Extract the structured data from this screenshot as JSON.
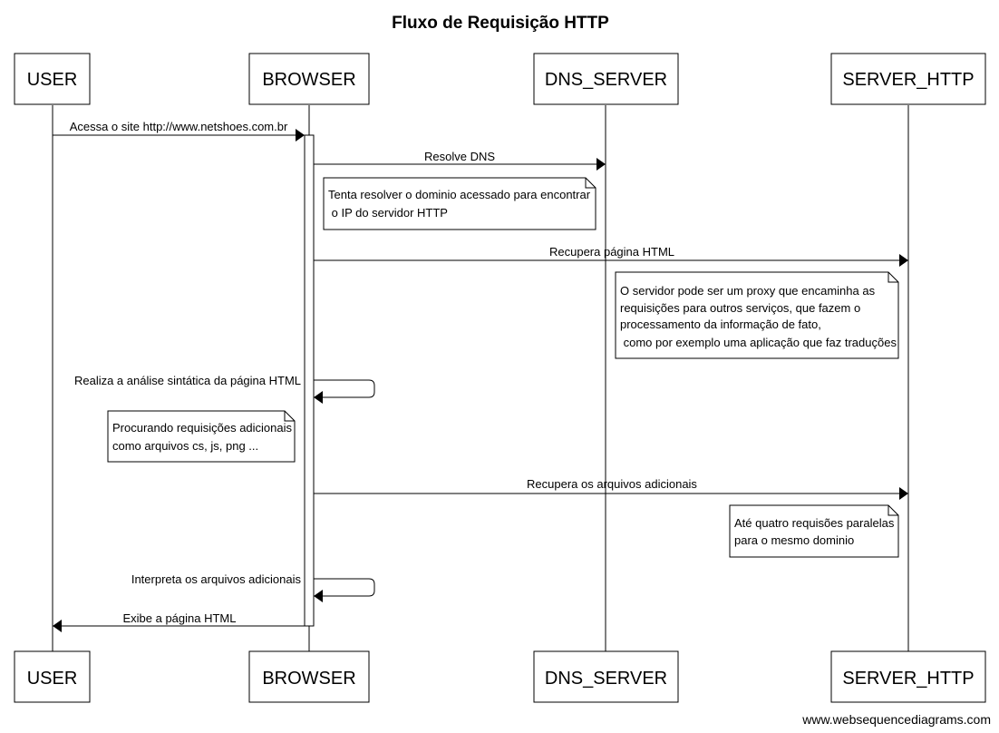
{
  "title": "Fluxo de Requisição HTTP",
  "footer": "www.websequencediagrams.com",
  "participants": [
    "USER",
    "BROWSER",
    "DNS_SERVER",
    "SERVER_HTTP"
  ],
  "messages": [
    {
      "from": "USER",
      "to": "BROWSER",
      "label": "Acessa o site http://www.netshoes.com.br"
    },
    {
      "from": "BROWSER",
      "to": "DNS_SERVER",
      "label": "Resolve DNS"
    },
    {
      "from": "BROWSER",
      "to": "SERVER_HTTP",
      "label": "Recupera página HTML"
    },
    {
      "from": "BROWSER",
      "to": "BROWSER",
      "label": "Realiza a análise sintática da página HTML"
    },
    {
      "from": "BROWSER",
      "to": "SERVER_HTTP",
      "label": "Recupera os arquivos adicionais"
    },
    {
      "from": "BROWSER",
      "to": "BROWSER",
      "label": "Interpreta os arquivos adicionais"
    },
    {
      "from": "BROWSER",
      "to": "USER",
      "label": "Exibe a página HTML"
    }
  ],
  "notes": [
    {
      "lines": [
        "Tenta resolver o dominio acessado para encontrar",
        " o IP do servidor HTTP"
      ]
    },
    {
      "lines": [
        "O servidor pode ser um proxy que encaminha as",
        "requisições para outros serviços, que fazem o",
        "processamento da informação de fato,",
        " como por exemplo uma aplicação que faz traduções"
      ]
    },
    {
      "lines": [
        "Procurando requisições adicionais",
        "como arquivos cs, js, png ..."
      ]
    },
    {
      "lines": [
        "Até quatro requisões paralelas",
        "para o mesmo dominio"
      ]
    }
  ]
}
